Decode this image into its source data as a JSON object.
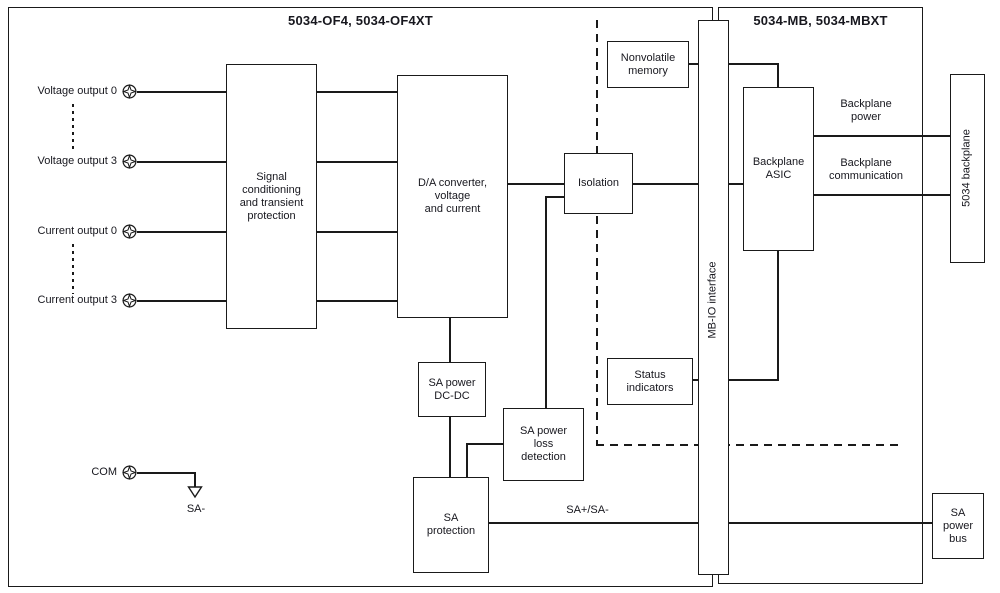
{
  "diagram": {
    "titles": {
      "left": "5034-OF4, 5034-OF4XT",
      "right": "5034-MB, 5034-MBXT"
    },
    "blocks": {
      "signal_conditioning": "Signal\nconditioning\nand transient\nprotection",
      "da_converter": "D/A converter,\nvoltage\nand current",
      "isolation": "Isolation",
      "nonvolatile_memory": "Nonvolatile\nmemory",
      "backplane_asic": "Backplane\nASIC",
      "status_indicators": "Status\nindicators",
      "sa_power_dcdc": "SA power\nDC-DC",
      "sa_power_loss_detection": "SA power\nloss\ndetection",
      "sa_protection": "SA\nprotection",
      "sa_power_bus": "SA\npower\nbus",
      "mb_io_interface": "MB-IO interface",
      "backplane_5034": "5034 backplane"
    },
    "terminals": {
      "voltage_output_0": "Voltage output 0",
      "voltage_output_3": "Voltage output 3",
      "current_output_0": "Current output 0",
      "current_output_3": "Current output 3",
      "com": "COM"
    },
    "wire_labels": {
      "sa_minus": "SA-",
      "sa_plus_minus": "SA+/SA-",
      "backplane_power": "Backplane\npower",
      "backplane_communication": "Backplane\ncommunication"
    },
    "colors": {
      "line": "#1a1a1a",
      "text": "#17171e",
      "background": "#ffffff"
    }
  }
}
